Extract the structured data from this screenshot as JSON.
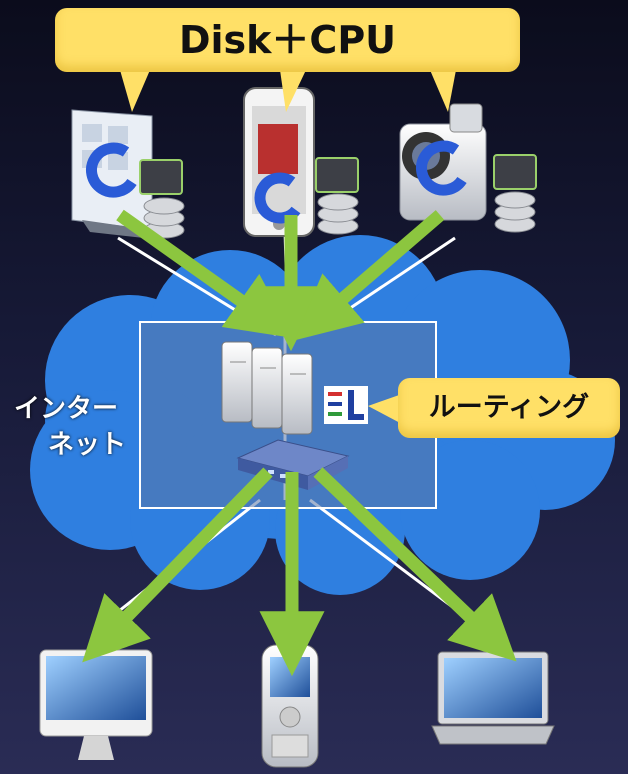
{
  "title_callout": "Disk＋CPU",
  "routing_callout": "ルーティング",
  "internet_label": {
    "line1": "インター",
    "line2": "ネット"
  },
  "colors": {
    "callout": "#ffe067",
    "arrow": "#8cc63f",
    "cloud": "#2f7fe0",
    "background": "#141630"
  },
  "icons": {
    "sources": [
      "tablet-device-icon",
      "smartphone-icon",
      "video-camera-icon"
    ],
    "center": [
      "server-rack-icon",
      "network-switch-icon",
      "logo-icon"
    ],
    "destinations": [
      "desktop-monitor-icon",
      "mobile-phone-icon",
      "laptop-icon"
    ]
  }
}
